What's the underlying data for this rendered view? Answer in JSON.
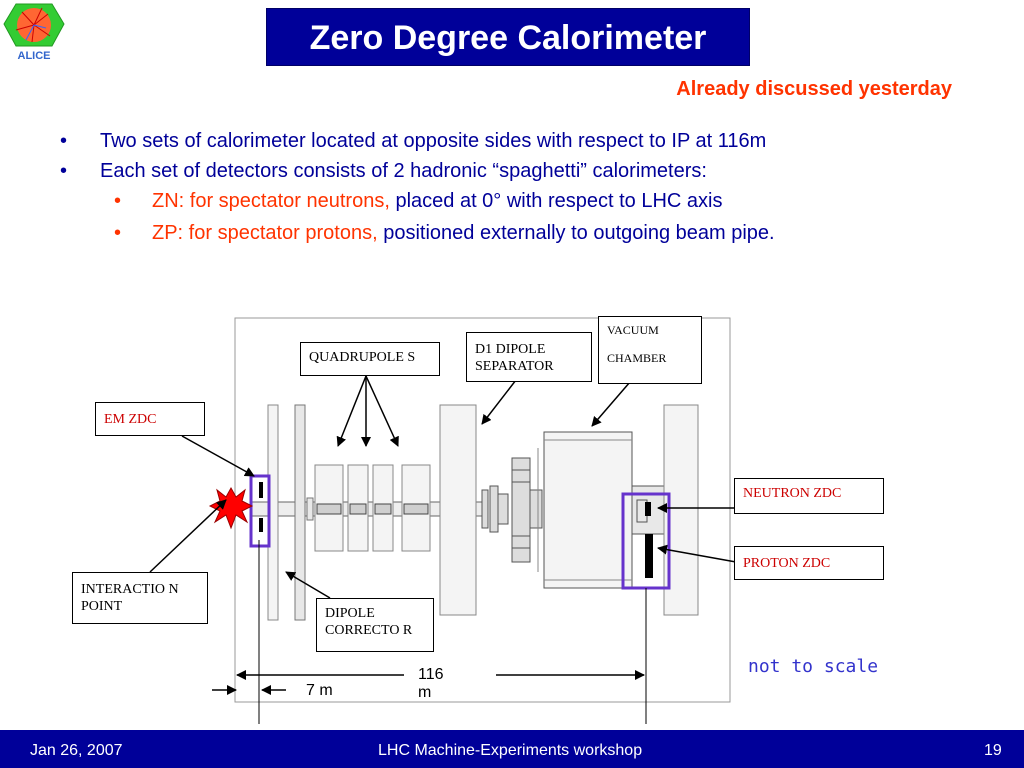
{
  "slide": {
    "title": "Zero Degree Calorimeter",
    "subtitle": "Already discussed yesterday",
    "logo_text": "ALICE",
    "bullets": [
      "Two sets of calorimeter located at opposite sides with respect to IP at 116m",
      "Each set of detectors consists of 2 hadronic “spaghetti” calorimeters:"
    ],
    "sub_bullets": [
      {
        "red": "ZN: for spectator neutrons,",
        "blue": " placed at 0° with respect to LHC axis"
      },
      {
        "red": "ZP: for spectator protons,",
        "blue": " positioned externally to outgoing beam pipe."
      }
    ],
    "bullet_glyph": "•"
  },
  "diagram": {
    "labels": {
      "em_zdc": "EM ZDC",
      "quadrupoles": "QUADRUPOLE S",
      "d1_dipole": "D1 DIPOLE SEPARATOR",
      "vacuum": "VACUUM",
      "chamber": "CHAMBER",
      "neutron_zdc": "NEUTRON ZDC",
      "proton_zdc": "PROTON ZDC",
      "interaction_point": "INTERACTIO N POINT",
      "dipole_corrector": "DIPOLE CORRECTO R",
      "dist_116": "116 m",
      "dist_7": "7 m",
      "not_to_scale": "not to scale"
    },
    "colors": {
      "zdc_frame": "#6633cc",
      "explosion": "#ff0000",
      "label_red": "#cc0000"
    }
  },
  "footer": {
    "date": "Jan 26, 2007",
    "event": "LHC Machine-Experiments workshop",
    "page": "19"
  }
}
